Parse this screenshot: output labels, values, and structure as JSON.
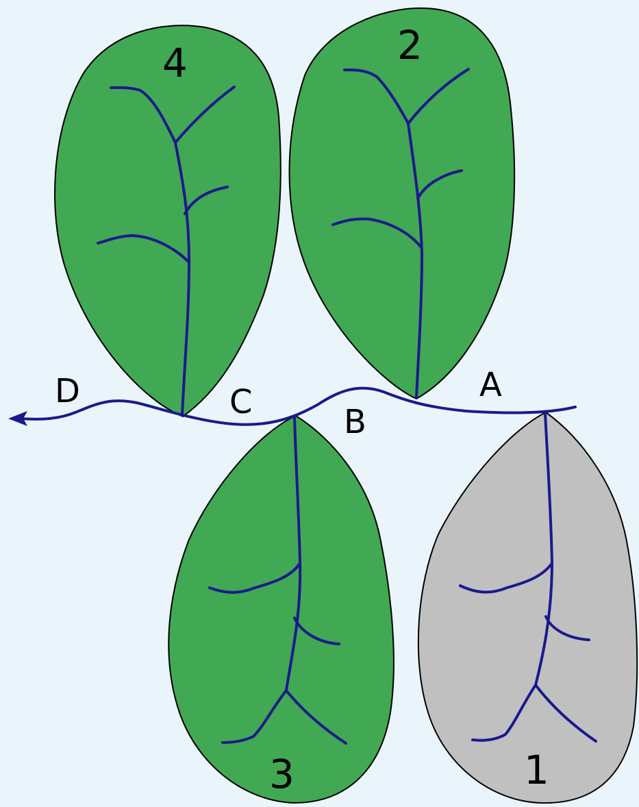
{
  "colors": {
    "background": "#e9f5fb",
    "leaf_green": "#41a853",
    "leaf_gray": "#c0c0c0",
    "vein": "#1a1a8c",
    "outline": "#000000"
  },
  "leaves": [
    {
      "number": "1",
      "color": "gray"
    },
    {
      "number": "2",
      "color": "green"
    },
    {
      "number": "3",
      "color": "green"
    },
    {
      "number": "4",
      "color": "green"
    }
  ],
  "stem_points": [
    "A",
    "B",
    "C",
    "D"
  ],
  "stem_arrow_direction": "left"
}
